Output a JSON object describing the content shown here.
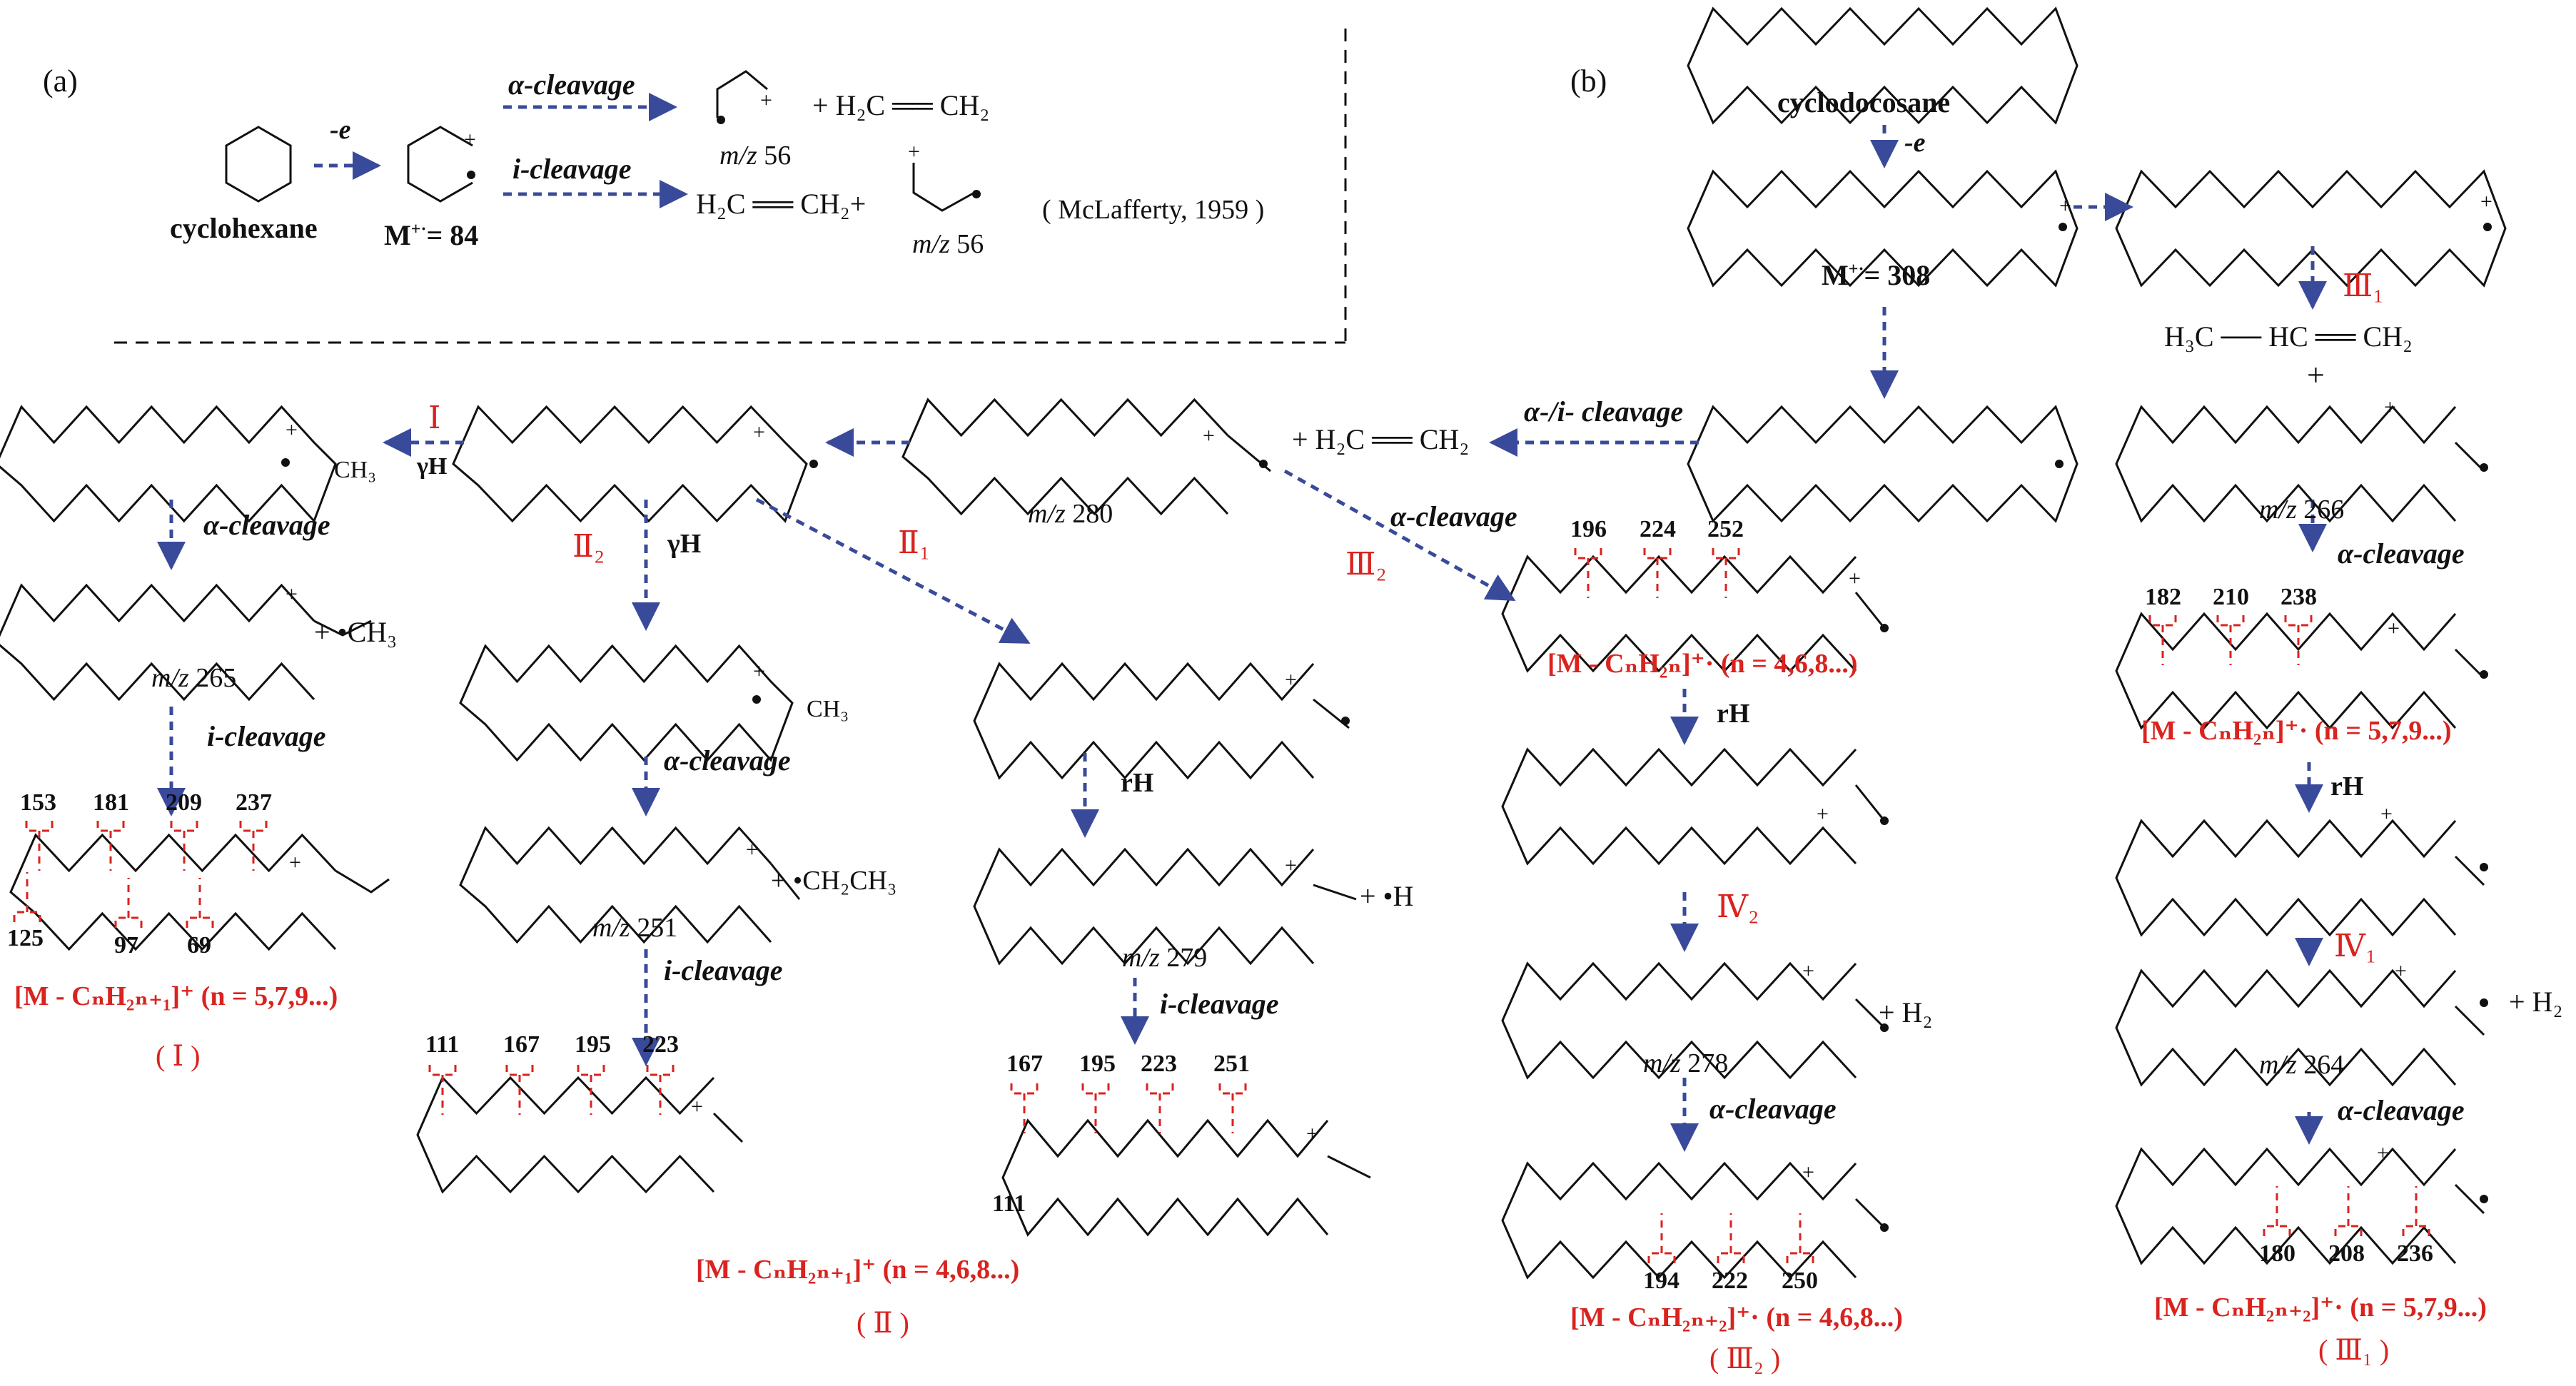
{
  "panel_labels": {
    "a": "(a)",
    "b": "(b)"
  },
  "reactions": {
    "minus_e": "-e",
    "alpha": "α-cleavage",
    "i": "i-cleavage",
    "alpha_i": "α-/i- cleavage",
    "rH": "rH",
    "gammaH": "γH",
    "gammaH_b": "γH"
  },
  "panel_a": {
    "cyclohexane": "cyclohexane",
    "M": "M",
    "M_sup": "+·",
    "M_value": "= 84",
    "mz": "m/z",
    "mz1": "56",
    "mz2": "56",
    "ethylene_1": "+ H₂C ══ CH₂",
    "ethylene_2": "H₂C ══ CH₂+",
    "citation": "( McLafferty, 1959 )"
  },
  "panel_b": {
    "cyclodocosane": "cyclodocosane",
    "M308": "= 308",
    "path_I": "Ⅰ",
    "path_II1": "Ⅱ₁",
    "path_II2": "Ⅱ₂",
    "path_III1": "Ⅲ₁",
    "path_III2": "Ⅲ₂",
    "path_IV1": "Ⅳ₁",
    "path_IV2": "Ⅳ₂",
    "mz_values": [
      "280",
      "265",
      "251",
      "279",
      "266",
      "278",
      "264"
    ],
    "side_products": {
      "ch3": "CH₃",
      "ch3_radical": "+  •CH₃",
      "ethyl_radical": "+ •CH₂CH₃",
      "h_radical": "+  •H",
      "h2": "+ H₂",
      "ethylene_b": "+ H₂C ══ CH₂",
      "propene": "H₃C ── HC ══ CH₂",
      "plus": "+",
      "ch3_ii2": "CH₃"
    },
    "series": {
      "I_top": [
        "153",
        "181",
        "209",
        "237"
      ],
      "I_bottom": [
        "125",
        "97",
        "69"
      ],
      "II2": [
        "111",
        "167",
        "195",
        "223"
      ],
      "II1": [
        "167",
        "195",
        "223",
        "251",
        "111"
      ],
      "III2_top": [
        "196",
        "224",
        "252"
      ],
      "III2_bottom": [
        "194",
        "222",
        "250"
      ],
      "III1_top": [
        "182",
        "210",
        "238"
      ],
      "III1_bottom": [
        "180",
        "208",
        "236"
      ]
    },
    "formulas": {
      "I": "[M - CₙH₂ₙ₊₁]⁺ (n = 5,7,9...)",
      "II": "[M - CₙH₂ₙ₊₁]⁺ (n = 4,6,8...)",
      "III2a": "[M - CₙH₂ₙ]⁺· (n = 4,6,8...)",
      "III2b": "[M - CₙH₂ₙ₊₂]⁺· (n = 4,6,8...)",
      "III1a": "[M - CₙH₂ₙ]⁺· (n = 5,7,9...)",
      "III1b": "[M - CₙH₂ₙ₊₂]⁺· (n = 5,7,9...)"
    },
    "group_labels": {
      "I": "( Ⅰ )",
      "II": "( Ⅱ )",
      "III2": "( Ⅲ₂ )",
      "III1": "( Ⅲ₁ )"
    }
  },
  "colors": {
    "arrow": "#3a4a9a",
    "highlight": "#d9231f",
    "ink": "#111111"
  }
}
